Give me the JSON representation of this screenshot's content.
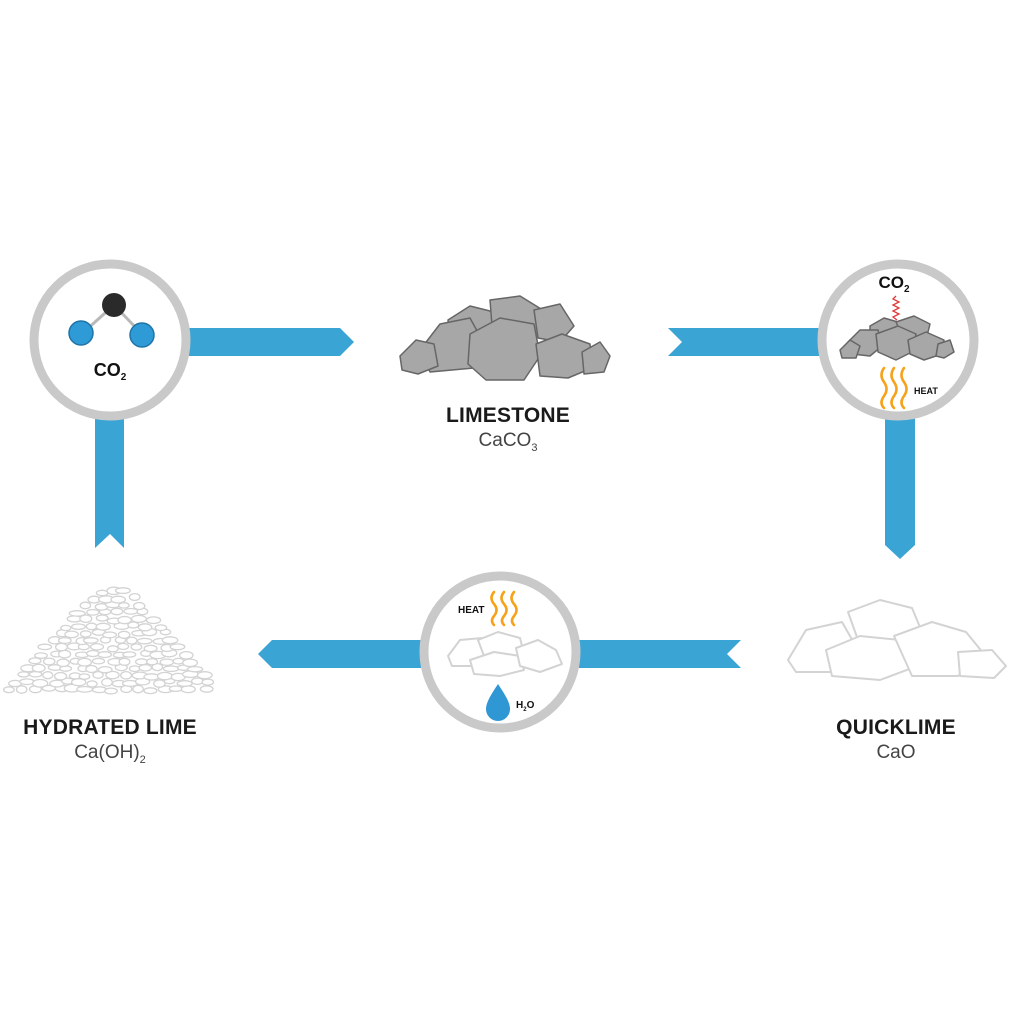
{
  "colors": {
    "arrow": "#3aa4d4",
    "ring": "#c9c9c9",
    "rock_fill": "#a7a7a7",
    "rock_stroke": "#666666",
    "lime_stroke": "#d3d3d3",
    "heat": "#f7a21b",
    "water": "#2f97d4",
    "co2_red": "#e03a3a",
    "carbon": "#2a2a2a",
    "oxygen": "#2e9bd6"
  },
  "nodes": {
    "limestone": {
      "name": "LIMESTONE",
      "formula_base": "CaCO",
      "formula_sub": "3"
    },
    "quicklime": {
      "name": "QUICKLIME",
      "formula_base": "CaO",
      "formula_sub": ""
    },
    "hydrated": {
      "name": "HYDRATED LIME",
      "formula_base": "Ca(OH)",
      "formula_sub": "2"
    }
  },
  "steps": {
    "absorb_co2": {
      "molecule_base": "CO",
      "molecule_sub": "2"
    },
    "calcination": {
      "gas_base": "CO",
      "gas_sub": "2",
      "heat_label": "HEAT"
    },
    "hydration": {
      "heat_label": "HEAT",
      "water_base": "H",
      "water_sub": "2",
      "water_tail": "O"
    }
  }
}
